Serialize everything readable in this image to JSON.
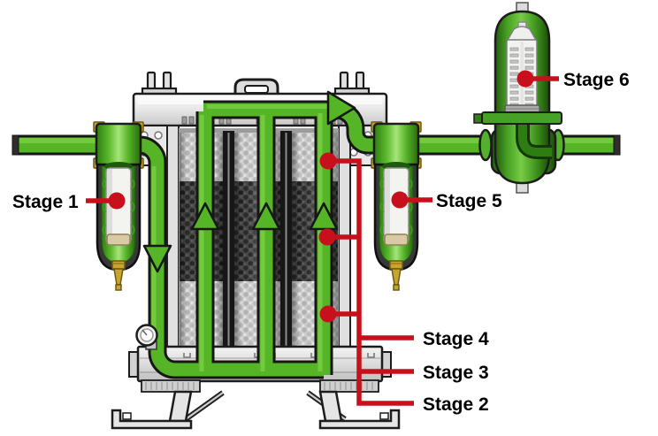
{
  "labels": {
    "stage_1": "Stage 1",
    "stage_2": "Stage 2",
    "stage_3": "Stage 3",
    "stage_4": "Stage 4",
    "stage_5": "Stage 5",
    "stage_6": "Stage 6"
  },
  "colors": {
    "background": "#ffffff",
    "pipe-green": "#55b527",
    "pipe-green-light": "#7fd145",
    "pipe-green-dark": "#2f7d12",
    "stage6-green": "#46a024",
    "callout-red": "#c8101c",
    "vessel-gray": "#ebebeb",
    "media-dark": "#3e3e3e",
    "media-light": "#cfcfcf",
    "brass": "#c9a42e",
    "outline": "#1a1a1a"
  }
}
